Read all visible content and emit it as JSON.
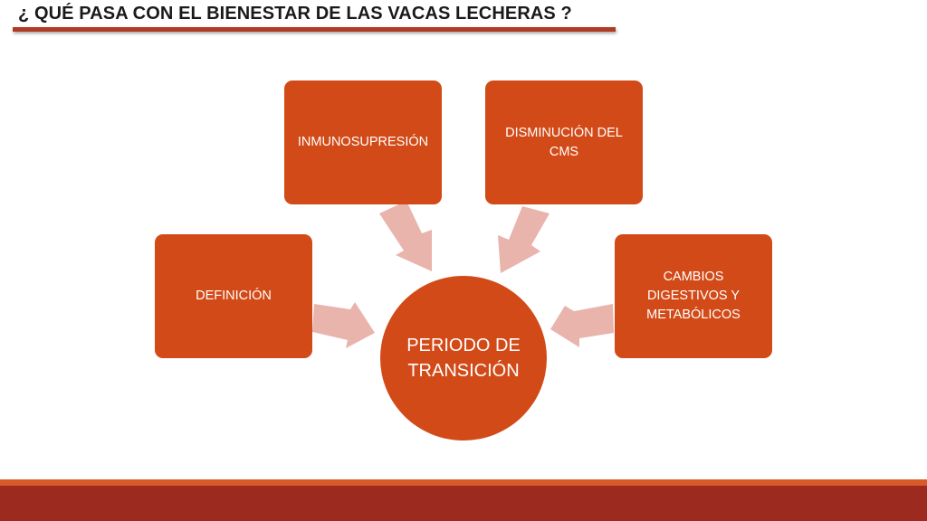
{
  "title": "¿ QUÉ PASA CON EL BIENESTAR DE LAS VACAS LECHERAS ?",
  "diagram": {
    "center": "PERIODO DE TRANSICIÓN",
    "nodes": {
      "definicion": "DEFINICIÓN",
      "inmunosupresion": "INMUNOSUPRESIÓN",
      "disminucion_cms": "DISMINUCIÓN DEL CMS",
      "cambios": "CAMBIOS DIGESTIVOS Y METABÓLICOS"
    }
  },
  "colors": {
    "node": "#d24a17",
    "arrow": "#e8b4ac",
    "title_rule": "#b03a22",
    "footer": "#9c2a1f",
    "footer_line": "#d85a2a"
  }
}
